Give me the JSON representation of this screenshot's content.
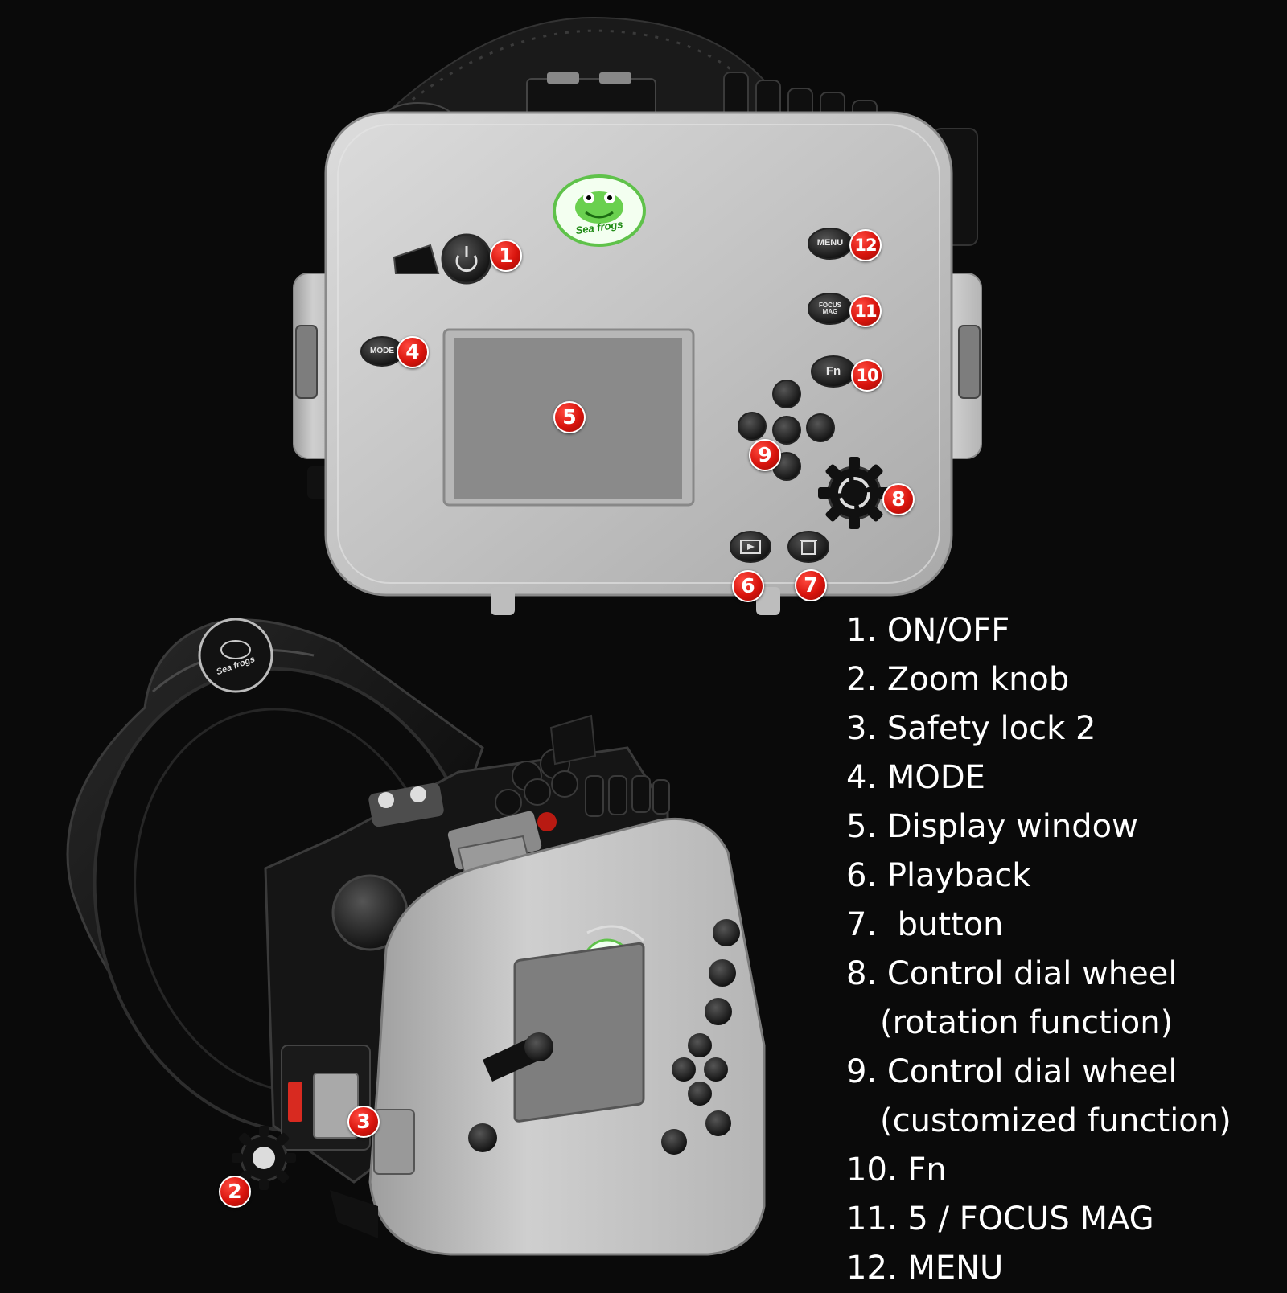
{
  "brand": {
    "logo_text": "Sea frogs"
  },
  "housing_buttons": {
    "menu": "MENU",
    "focus_mag": "FOCUS MAG",
    "fn": "Fn",
    "mode": "MODE"
  },
  "markers": [
    "1",
    "2",
    "3",
    "4",
    "5",
    "6",
    "7",
    "8",
    "9",
    "10",
    "11",
    "12"
  ],
  "legend": [
    {
      "text": "1. ON/OFF"
    },
    {
      "text": "2. Zoom knob"
    },
    {
      "text": "3. Safety lock 2"
    },
    {
      "text": "4. MODE"
    },
    {
      "text": "5. Display window"
    },
    {
      "text": "6. Playback"
    },
    {
      "text": "7.  button"
    },
    {
      "text": "8. Control dial wheel",
      "cont": "(rotation function)"
    },
    {
      "text": "9. Control dial wheel",
      "cont": "(customized function)"
    },
    {
      "text": "10. Fn"
    },
    {
      "text": "11. 5 / FOCUS MAG"
    },
    {
      "text": "12. MENU"
    }
  ],
  "colors": {
    "background": "#0a0a0a",
    "marker": "#d8140d",
    "housing": "#c9c9c9",
    "text": "#ffffff"
  }
}
